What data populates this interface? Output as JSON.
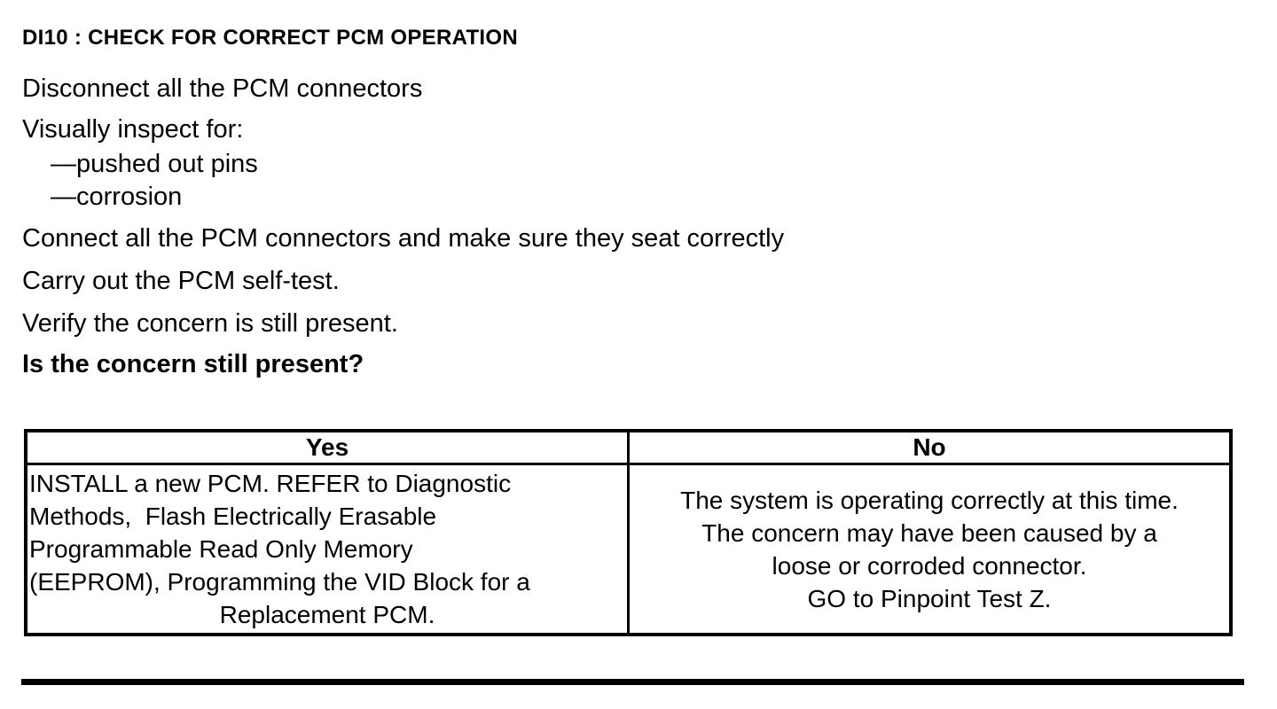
{
  "procedure": {
    "title": "DI10 : CHECK FOR CORRECT PCM OPERATION",
    "steps": [
      "Disconnect all the PCM connectors",
      "Visually inspect for:",
      "—pushed out pins",
      "—corrosion",
      "Connect all the PCM connectors and make sure they seat correctly",
      "Carry out the PCM self-test.",
      "Verify the concern is still present."
    ],
    "question": "Is the concern still present?"
  },
  "results_table": {
    "headers": [
      "Yes",
      "No"
    ],
    "yes_cell": {
      "lines": [
        "INSTALL a new PCM. REFER to Diagnostic",
        "Methods,  Flash Electrically Erasable",
        "Programmable Read Only Memory",
        "(EEPROM), Programming the VID Block for a",
        "Replacement PCM."
      ]
    },
    "no_cell": {
      "lines": [
        "The system is operating correctly at this time.",
        "The concern may have been caused by a",
        "loose or corroded connector.",
        "GO to Pinpoint Test Z."
      ]
    }
  },
  "colors": {
    "text": "#000000",
    "background": "#ffffff"
  }
}
